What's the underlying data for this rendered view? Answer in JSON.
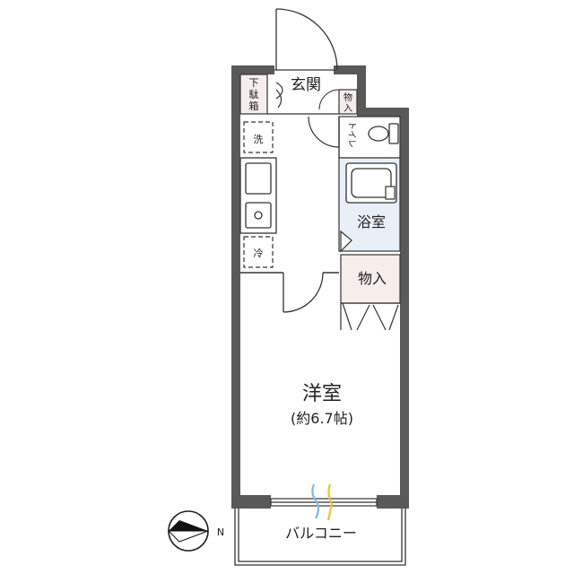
{
  "rooms": {
    "entrance": "玄関",
    "shoe_box_line1": "下",
    "shoe_box_line2": "駄",
    "shoe_box_line3": "箱",
    "storage_small_line1": "物",
    "storage_small_line2": "入",
    "washer": "洗",
    "fridge": "冷",
    "toilet": "トイレ",
    "bathroom": "浴室",
    "closet": "物入",
    "western_room": "洋室",
    "western_room_size": "(約6.7帖)",
    "balcony": "バルコニー"
  },
  "compass": {
    "north_label": "N"
  },
  "colors": {
    "wall": "#595959",
    "storage_fill": "#f7eeec",
    "bath_fill": "#e9eff7",
    "line": "#333333",
    "window": "#9bb8d6",
    "light_blue": "#7fb8e8",
    "light_yellow": "#e8c534"
  }
}
